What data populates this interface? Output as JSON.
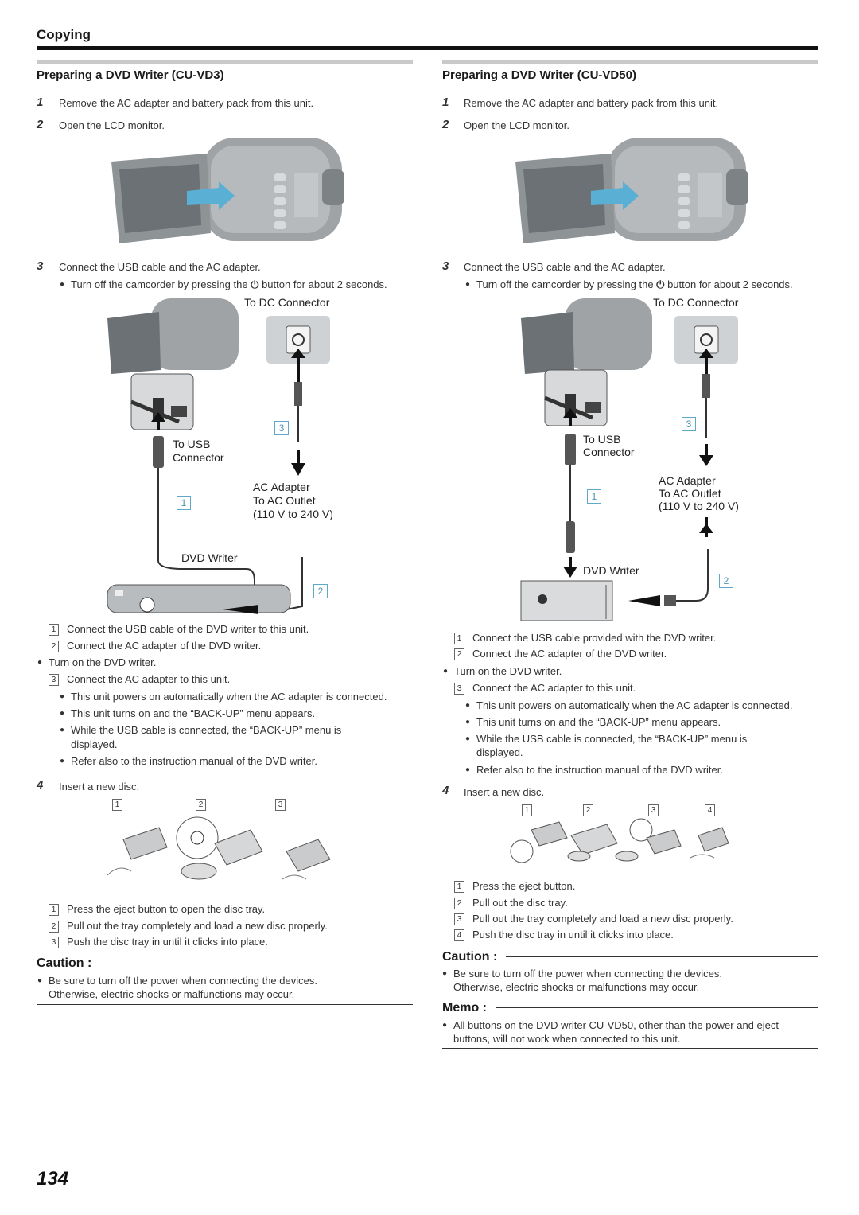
{
  "header": {
    "title": "Copying"
  },
  "left": {
    "title": "Preparing a DVD Writer (CU-VD3)",
    "step1": {
      "num": "1",
      "text": "Remove the AC adapter and battery pack from this unit."
    },
    "step2": {
      "num": "2",
      "text": "Open the LCD monitor."
    },
    "step3": {
      "num": "3",
      "text": "Connect the USB cable and the AC adapter."
    },
    "step3_note": {
      "pre": "Turn off the camcorder by pressing the ",
      "post": " button for about 2 seconds."
    },
    "diagram": {
      "to_dc": "To DC Connector",
      "to_usb_1": "To USB",
      "to_usb_2": "Connector",
      "ac_adapter": "AC Adapter",
      "to_ac_outlet": "To AC Outlet",
      "voltage": "(110 V to 240 V)",
      "dvd_writer": "DVD Writer",
      "callout_1": "1",
      "callout_2": "2",
      "callout_3": "3"
    },
    "sub": [
      {
        "badge": "1",
        "text": "Connect the USB cable of the DVD writer to this unit."
      },
      {
        "badge": "2",
        "text": "Connect the AC adapter of the DVD writer."
      }
    ],
    "turn_on": "Turn on the DVD writer.",
    "sub3": {
      "badge": "3",
      "text": "Connect the AC adapter to this unit."
    },
    "bullets": [
      "This unit powers on automatically when the AC adapter is connected.",
      "This unit turns on and the “BACK-UP” menu appears.",
      "While the USB cable is connected, the “BACK-UP” menu is",
      "displayed.",
      "Refer also to the instruction manual of the DVD writer."
    ],
    "step4": {
      "num": "4",
      "text": "Insert a new disc."
    },
    "disc_labels": [
      "1",
      "2",
      "3"
    ],
    "disc_steps": [
      {
        "badge": "1",
        "text": "Press the eject button to open the disc tray."
      },
      {
        "badge": "2",
        "text": "Pull out the tray completely and load a new disc properly."
      },
      {
        "badge": "3",
        "text": "Push the disc tray in until it clicks into place."
      }
    ],
    "caution_label": "Caution :",
    "caution_text_1": "Be sure to turn off the power when connecting the devices.",
    "caution_text_2": "Otherwise, electric shocks or malfunctions may occur."
  },
  "right": {
    "title": "Preparing a DVD Writer (CU-VD50)",
    "step1": {
      "num": "1",
      "text": "Remove the AC adapter and battery pack from this unit."
    },
    "step2": {
      "num": "2",
      "text": "Open the LCD monitor."
    },
    "step3": {
      "num": "3",
      "text": "Connect the USB cable and the AC adapter."
    },
    "step3_note": {
      "pre": "Turn off the camcorder by pressing the ",
      "post": " button for about 2 seconds."
    },
    "diagram": {
      "to_dc": "To DC Connector",
      "to_usb_1": "To USB",
      "to_usb_2": "Connector",
      "ac_adapter": "AC Adapter",
      "to_ac_outlet": "To AC Outlet",
      "voltage": "(110 V to 240 V)",
      "dvd_writer": "DVD Writer",
      "callout_1": "1",
      "callout_2": "2",
      "callout_3": "3"
    },
    "sub": [
      {
        "badge": "1",
        "text": "Connect the USB cable provided with the DVD writer."
      },
      {
        "badge": "2",
        "text": "Connect the AC adapter of the DVD writer."
      }
    ],
    "turn_on": "Turn on the DVD writer.",
    "sub3": {
      "badge": "3",
      "text": "Connect the AC adapter to this unit."
    },
    "bullets": [
      "This unit powers on automatically when the AC adapter is connected.",
      "This unit turns on and the “BACK-UP” menu appears.",
      "While the USB cable is connected, the “BACK-UP” menu is",
      "displayed.",
      "Refer also to the instruction manual of the DVD writer."
    ],
    "step4": {
      "num": "4",
      "text": "Insert a new disc."
    },
    "disc_labels": [
      "1",
      "2",
      "3",
      "4"
    ],
    "disc_steps": [
      {
        "badge": "1",
        "text": "Press the eject button."
      },
      {
        "badge": "2",
        "text": "Pull out the disc tray."
      },
      {
        "badge": "3",
        "text": "Pull out the tray completely and load a new disc properly."
      },
      {
        "badge": "4",
        "text": "Push the disc tray in until it clicks into place."
      }
    ],
    "caution_label": "Caution :",
    "caution_text_1": "Be sure to turn off the power when connecting the devices.",
    "caution_text_2": "Otherwise, electric shocks or malfunctions may occur.",
    "memo_label": "Memo :",
    "memo_text_1": "All buttons on the DVD writer CU-VD50, other than the power and eject",
    "memo_text_2": "buttons, will not work when connected to this unit."
  },
  "page_number": "134"
}
